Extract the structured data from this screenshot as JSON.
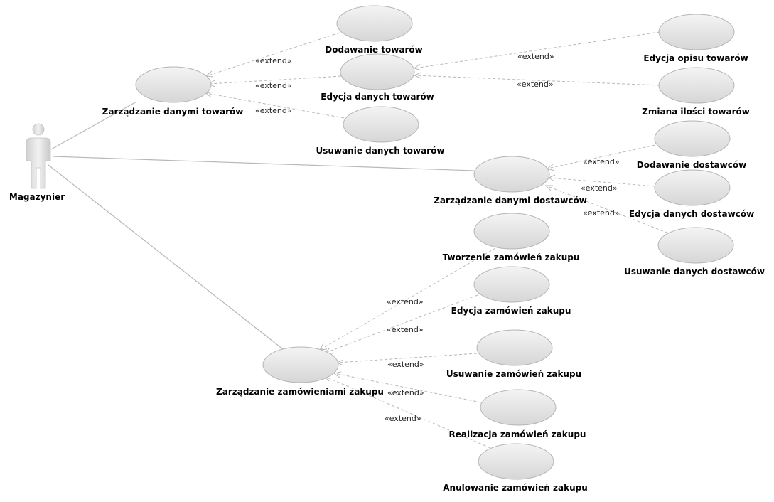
{
  "actor": {
    "name": "Magazynier"
  },
  "extend_label": "«extend»",
  "use_cases": {
    "zarzadzanie_towarami": "Zarządzanie danymi towarów",
    "dodawanie_towarow": "Dodawanie towarów",
    "edycja_danych_towarow": "Edycja danych towarów",
    "usuwanie_danych_towarow": "Usuwanie danych towarów",
    "edycja_opisu_towarow": "Edycja opisu towarów",
    "zmiana_ilosci_towarow": "Zmiana ilości towarów",
    "zarzadzanie_dostawcami": "Zarządzanie danymi dostawców",
    "dodawanie_dostawcow": "Dodawanie dostawców",
    "edycja_danych_dostawcow": "Edycja danych dostawców",
    "usuwanie_danych_dostawcow": "Usuwanie danych dostawców",
    "zarzadzanie_zamowieniami": "Zarządzanie zamówieniami zakupu",
    "tworzenie_zamowien": "Tworzenie zamówień zakupu",
    "edycja_zamowien": "Edycja zamówień zakupu",
    "usuwanie_zamowien": "Usuwanie zamówień zakupu",
    "realizacja_zamowien": "Realizacja zamówień zakupu",
    "anulowanie_zamowien": "Anulowanie zamówień zakupu"
  }
}
